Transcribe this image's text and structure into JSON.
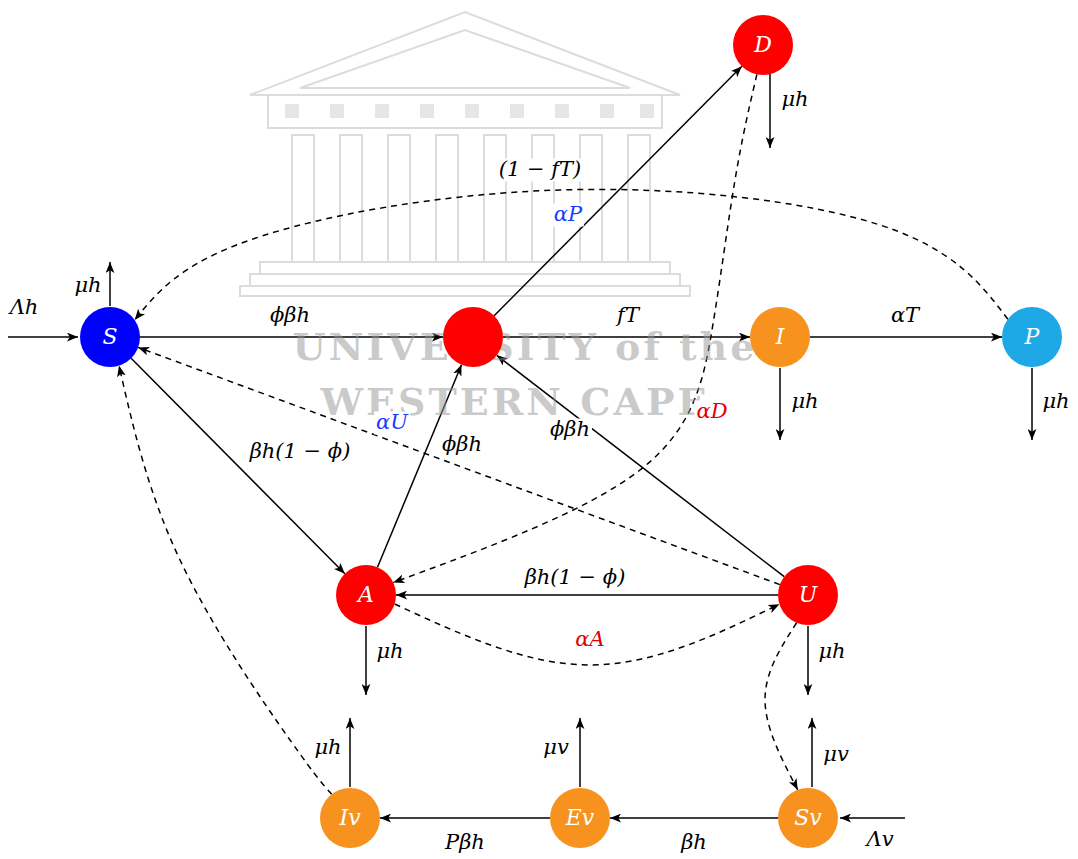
{
  "diagram": {
    "nodes": [
      {
        "text": [
          "D"
        ]
      },
      {
        "text": [
          "S"
        ]
      },
      {
        "text": []
      },
      {
        "text": [
          "I"
        ]
      },
      {
        "text": [
          "P"
        ]
      },
      {
        "text": [
          "A"
        ]
      },
      {
        "text": [
          "U"
        ]
      },
      {
        "text": [
          "Iv"
        ]
      },
      {
        "text": [
          "Ev"
        ]
      },
      {
        "text": [
          "Sv"
        ]
      }
    ],
    "edges": [
      {
        "from": 1,
        "to": 2,
        "label": "ϕβh",
        "arrow": "to"
      },
      {
        "from": 1,
        "to": 5,
        "label": "βh(1 − ϕ)",
        "arrow": "to"
      },
      {
        "from": 5,
        "to": 2,
        "label": "ϕβh",
        "arrow": "to"
      },
      {
        "from": 6,
        "to": 2,
        "label": "ϕβh",
        "arrow": "to"
      },
      {
        "from": 6,
        "to": 5,
        "label": "βh(1 − ϕ)",
        "arrow": "to"
      },
      {
        "from": 2,
        "to": 0,
        "label": "(1 − fT)",
        "arrow": "to"
      },
      {
        "from": 2,
        "to": 3,
        "label": "fT",
        "arrow": "to"
      },
      {
        "from": 3,
        "to": 4,
        "label": "αT",
        "arrow": "to"
      },
      {
        "from": 4,
        "to": 1,
        "arrow": "to"
      },
      {
        "from": 0,
        "to": 5,
        "label": "αD",
        "arrow": "to"
      },
      {
        "from": 6,
        "to": 1,
        "label": "αU",
        "arrow": "to"
      },
      {
        "from": 5,
        "to": 6,
        "label": "αA",
        "arrow": "to"
      },
      {
        "from": 6,
        "to": 9,
        "arrow": "to"
      },
      {
        "from": 7,
        "to": 1,
        "arrow": "to"
      },
      {
        "from": 9,
        "to": 8,
        "label": "βh",
        "arrow": "to"
      },
      {
        "from": 8,
        "to": 7,
        "label": "Pβh",
        "arrow": "to"
      }
    ],
    "labels": [
      "αP",
      "Λh",
      "μh",
      "μh",
      "μh",
      "μh",
      "μh",
      "μh",
      "μh",
      "μv",
      "μv",
      "Λv",
      "UNIVERSITY of the",
      "WESTERN CAPE"
    ]
  }
}
